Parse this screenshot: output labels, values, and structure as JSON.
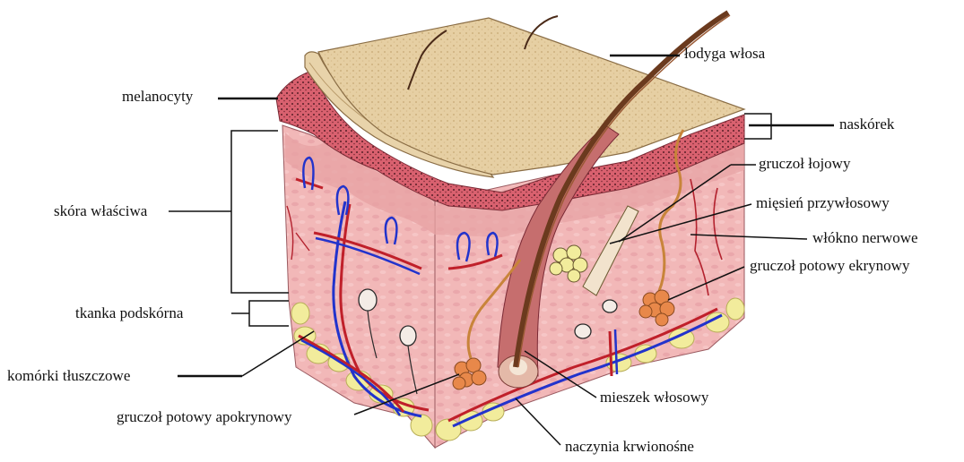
{
  "labels": {
    "hair_shaft": "łodyga włosa",
    "melanocytes": "melanocyty",
    "epidermis": "naskórek",
    "sebaceous_gland": "gruczoł łojowy",
    "dermis": "skóra właściwa",
    "arrector_muscle": "mięsień przywłosowy",
    "nerve_fiber": "włókno nerwowe",
    "eccrine_gland": "gruczoł potowy ekrynowy",
    "subcutaneous": "tkanka podskórna",
    "fat_cells": "komórki tłuszczowe",
    "hair_follicle": "mieszek włosowy",
    "apocrine_gland": "gruczoł potowy apokrynowy",
    "blood_vessels": "naczynia krwionośne"
  },
  "colors": {
    "epidermis_top": "#e6cfa3",
    "epidermis_red": "#d9616f",
    "dermis": "#f2b8b8",
    "dermis_dark": "#e8a1a6",
    "fat": "#f2ec9c",
    "hair": "#6b3a1e",
    "vessel_red": "#c0202a",
    "vessel_blue": "#2233cc",
    "gland": "#e8884a"
  }
}
